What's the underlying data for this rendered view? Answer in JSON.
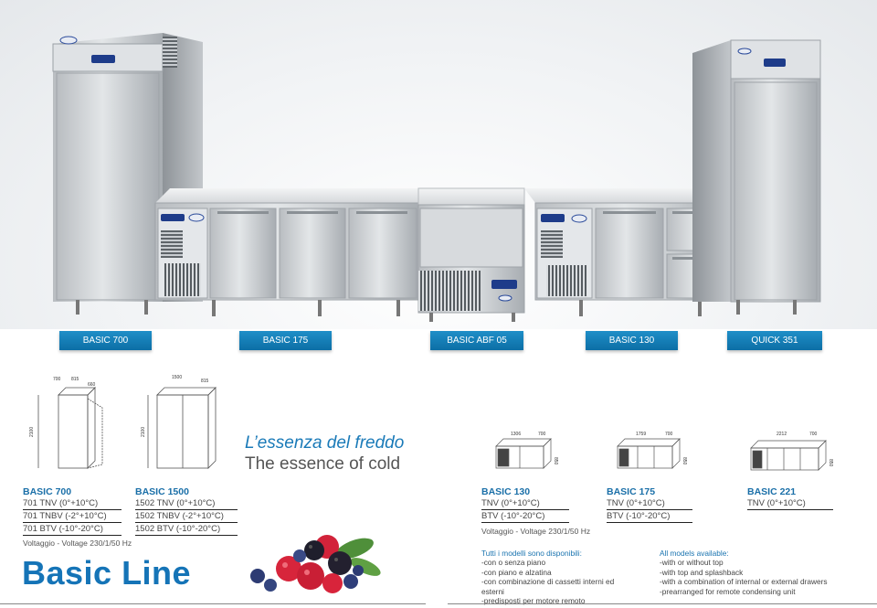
{
  "tabs": [
    {
      "label": "BASIC 700"
    },
    {
      "label": "BASIC 175"
    },
    {
      "label": "BASIC ABF 05"
    },
    {
      "label": "BASIC 130"
    },
    {
      "label": "QUICK 351"
    }
  ],
  "drawings": {
    "d1": {
      "w": "700",
      "d": "815",
      "h": "2100",
      "extra": "660"
    },
    "d2": {
      "w": "1500",
      "d": "815",
      "h": "2100"
    },
    "d3": {
      "w": "1306",
      "d": "700",
      "h": "850"
    },
    "d4": {
      "w": "1759",
      "d": "700",
      "h": "850"
    },
    "d5": {
      "w": "2212",
      "d": "700",
      "h": "850"
    }
  },
  "slogan": {
    "it": "L’essenza del freddo",
    "en": "The essence of cold"
  },
  "brand": "Basic Line",
  "models": {
    "b700": {
      "title": "BASIC 700",
      "lines": [
        "701 TNV (0°+10°C)",
        "701 TNBV (-2°+10°C)",
        "701 BTV (-10°-20°C)"
      ]
    },
    "b1500": {
      "title": "BASIC 1500",
      "lines": [
        "1502 TNV (0°+10°C)",
        "1502 TNBV (-2°+10°C)",
        "1502 BTV (-10°-20°C)"
      ]
    },
    "b130": {
      "title": "BASIC 130",
      "lines": [
        "TNV (0°+10°C)",
        "BTV (-10°-20°C)"
      ]
    },
    "b175": {
      "title": "BASIC 175",
      "lines": [
        "TNV (0°+10°C)",
        "BTV (-10°-20°C)"
      ]
    },
    "b221": {
      "title": "BASIC 221",
      "lines": [
        "TNV (0°+10°C)"
      ]
    }
  },
  "voltage_left": "Voltaggio - Voltage 230/1/50 Hz",
  "voltage_right": "Voltaggio - Voltage 230/1/50 Hz",
  "notes_it": {
    "title": "Tutti i modelli sono disponibili:",
    "lines": [
      "-con o senza piano",
      "-con piano e alzatina",
      "-con combinazione di cassetti interni ed esterni",
      "-predisposti per motore remoto"
    ]
  },
  "notes_en": {
    "title": "All models available:",
    "lines": [
      "-with or without top",
      "-with top and splashback",
      "-with a combination of internal or external drawers",
      "-prearranged for remote condensing unit"
    ]
  }
}
